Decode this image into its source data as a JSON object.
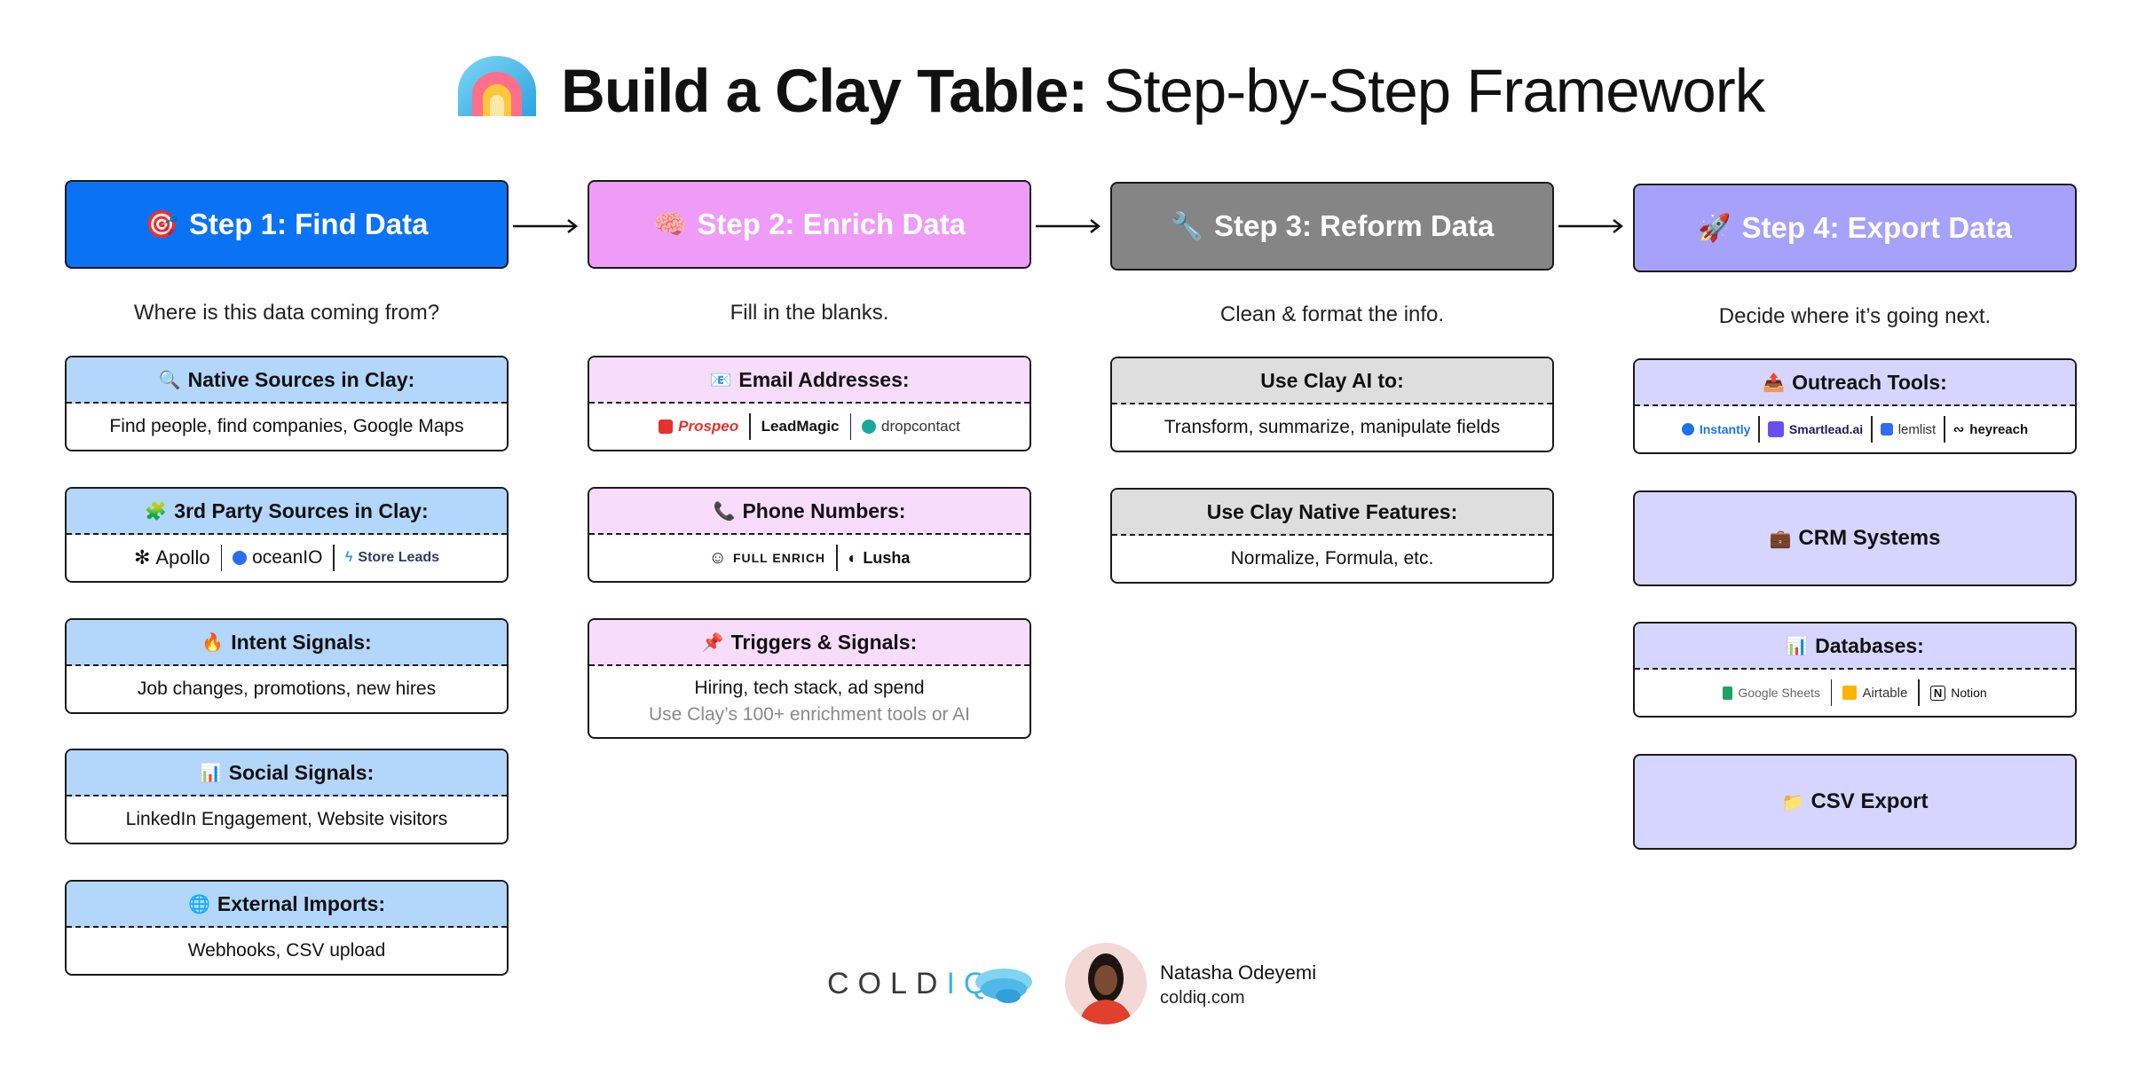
{
  "title": {
    "bold": "Build a Clay Table:",
    "light": "Step-by-Step Framework"
  },
  "colors": {
    "step1": "#0a73f5",
    "step2": "#ee9cf8",
    "step3": "#858585",
    "step4": "#a6a1fa"
  },
  "steps": [
    {
      "label": "Step 1: Find Data",
      "icon": "🎯",
      "subtitle": "Where is this data coming from?"
    },
    {
      "label": "Step 2: Enrich Data",
      "icon": "🧠",
      "subtitle": "Fill in the blanks."
    },
    {
      "label": "Step 3: Reform Data",
      "icon": "🔧",
      "subtitle": "Clean & format the info."
    },
    {
      "label": "Step 4: Export Data",
      "icon": "🚀",
      "subtitle": "Decide where it’s going next."
    }
  ],
  "col1": [
    {
      "icon": "🔍",
      "title": "Native Sources in Clay:",
      "body": "Find people, find companies, Google Maps"
    },
    {
      "icon": "🧩",
      "title": "3rd Party Sources in Clay:",
      "logos": [
        "Apollo",
        "oceanIO",
        "Store Leads"
      ]
    },
    {
      "icon": "🔥",
      "title": "Intent Signals:",
      "body": "Job changes, promotions, new hires"
    },
    {
      "icon": "📊",
      "title": "Social Signals:",
      "body": "LinkedIn Engagement, Website visitors"
    },
    {
      "icon": "🌐",
      "title": "External Imports:",
      "body": "Webhooks, CSV upload"
    }
  ],
  "col2": [
    {
      "icon": "📧",
      "title": "Email Addresses:",
      "logos": [
        "Prospeo",
        "LeadMagic",
        "dropcontact"
      ]
    },
    {
      "icon": "📞",
      "title": "Phone Numbers:",
      "logos": [
        "FULL ENRICH",
        "Lusha"
      ]
    },
    {
      "icon": "📌",
      "title": "Triggers & Signals:",
      "body": "Hiring, tech stack, ad spend",
      "muted": "Use Clay’s 100+ enrichment tools or AI"
    }
  ],
  "col3": [
    {
      "title": "Use Clay AI to:",
      "body": "Transform, summarize, manipulate fields"
    },
    {
      "title": "Use Clay Native Features:",
      "body": "Normalize, Formula, etc."
    }
  ],
  "col4": [
    {
      "icon": "📤",
      "title": "Outreach Tools:",
      "logos": [
        "Instantly",
        "Smartlead.ai",
        "lemlist",
        "heyreach"
      ]
    },
    {
      "icon": "💼",
      "title": "CRM Systems"
    },
    {
      "icon": "📊",
      "title": "Databases:",
      "logos": [
        "Google Sheets",
        "Airtable",
        "Notion"
      ]
    },
    {
      "icon": "📁",
      "title": "CSV Export"
    }
  ],
  "footer": {
    "brand_a": "COLD",
    "brand_b": "IQ",
    "author": "Natasha Odeyemi",
    "site": "coldiq.com"
  }
}
